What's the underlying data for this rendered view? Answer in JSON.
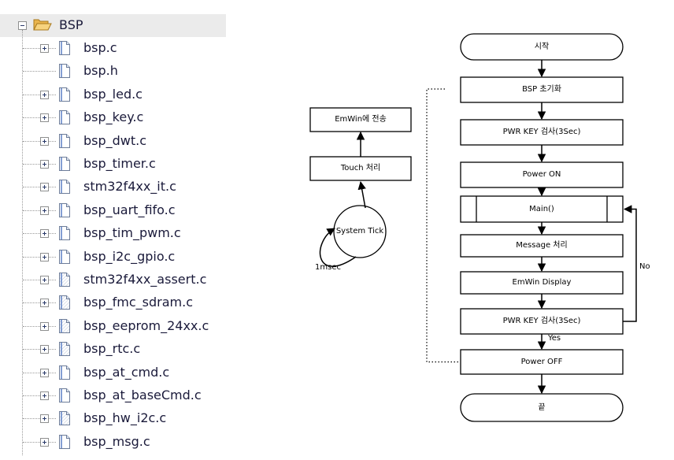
{
  "tree": {
    "root": {
      "label": "BSP",
      "expander": "minus",
      "icon": "folder-open-icon"
    },
    "files": [
      {
        "label": "bsp.c",
        "expander": "plus",
        "icon": "c-file-icon"
      },
      {
        "label": "bsp.h",
        "expander": "none",
        "icon": "h-file-icon"
      },
      {
        "label": "bsp_led.c",
        "expander": "plus",
        "icon": "c-file-icon"
      },
      {
        "label": "bsp_key.c",
        "expander": "plus",
        "icon": "c-file-icon"
      },
      {
        "label": "bsp_dwt.c",
        "expander": "plus",
        "icon": "c-file-icon"
      },
      {
        "label": "bsp_timer.c",
        "expander": "plus",
        "icon": "c-file-icon"
      },
      {
        "label": "stm32f4xx_it.c",
        "expander": "plus",
        "icon": "c-file-icon"
      },
      {
        "label": "bsp_uart_fifo.c",
        "expander": "plus",
        "icon": "c-file-icon"
      },
      {
        "label": "bsp_tim_pwm.c",
        "expander": "plus",
        "icon": "c-file-icon"
      },
      {
        "label": "bsp_i2c_gpio.c",
        "expander": "plus",
        "icon": "c-file-icon"
      },
      {
        "label": "stm32f4xx_assert.c",
        "expander": "plus",
        "icon": "c-file-hatched-icon"
      },
      {
        "label": "bsp_fmc_sdram.c",
        "expander": "plus",
        "icon": "c-file-hatched-icon"
      },
      {
        "label": "bsp_eeprom_24xx.c",
        "expander": "plus",
        "icon": "c-file-hatched-icon"
      },
      {
        "label": "bsp_rtc.c",
        "expander": "plus",
        "icon": "c-file-hatched-icon"
      },
      {
        "label": "bsp_at_cmd.c",
        "expander": "plus",
        "icon": "c-file-icon"
      },
      {
        "label": "bsp_at_baseCmd.c",
        "expander": "plus",
        "icon": "c-file-icon"
      },
      {
        "label": "bsp_hw_i2c.c",
        "expander": "plus",
        "icon": "c-file-hatched-icon"
      },
      {
        "label": "bsp_msg.c",
        "expander": "plus",
        "icon": "c-file-icon"
      }
    ]
  },
  "flowchart": {
    "main": [
      {
        "id": "start",
        "label": "시작",
        "shape": "terminal"
      },
      {
        "id": "bsp-init",
        "label": "BSP 초기화",
        "shape": "process"
      },
      {
        "id": "pwr-key-check-1",
        "label": "PWR KEY 검사(3Sec)",
        "shape": "process"
      },
      {
        "id": "power-on",
        "label": "Power ON",
        "shape": "process"
      },
      {
        "id": "main",
        "label": "Main()",
        "shape": "predefined"
      },
      {
        "id": "message",
        "label": "Message 처리",
        "shape": "process"
      },
      {
        "id": "emwin-display",
        "label": "EmWin Display",
        "shape": "process"
      },
      {
        "id": "pwr-key-check-2",
        "label": "PWR KEY 검사(3Sec)",
        "shape": "process"
      },
      {
        "id": "power-off",
        "label": "Power OFF",
        "shape": "process"
      },
      {
        "id": "end",
        "label": "끝",
        "shape": "terminal"
      }
    ],
    "side": [
      {
        "id": "emwin-send",
        "label": "EmWin에 전송",
        "shape": "process"
      },
      {
        "id": "touch",
        "label": "Touch 처리",
        "shape": "process"
      },
      {
        "id": "system-tick",
        "label": "System Tick",
        "shape": "circle"
      }
    ],
    "edge_labels": {
      "yes": "Yes",
      "no": "No",
      "tick_period": "1msec"
    }
  }
}
